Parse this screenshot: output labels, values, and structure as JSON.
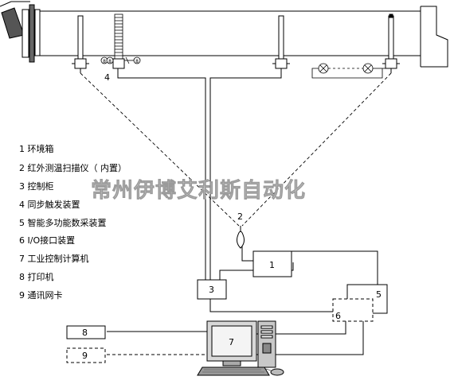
{
  "watermark": "常州伊博艾利斯自动化",
  "legend": [
    "1  环境箱",
    "2  红外测温扫描仪（ 内置）",
    "3  控制柜",
    "4  同步触发装置",
    "5  智能多功能数采装置",
    "6  I/O接口装置",
    "7  工业控制计算机",
    "8  打印机",
    "9  通讯网卡"
  ],
  "labels": {
    "scanner_num": "2",
    "sync_num": "4",
    "env_box": "1",
    "cabinet": "3",
    "daq": "5",
    "io": "6",
    "computer": "7",
    "printer": "8",
    "netcard": "9"
  }
}
